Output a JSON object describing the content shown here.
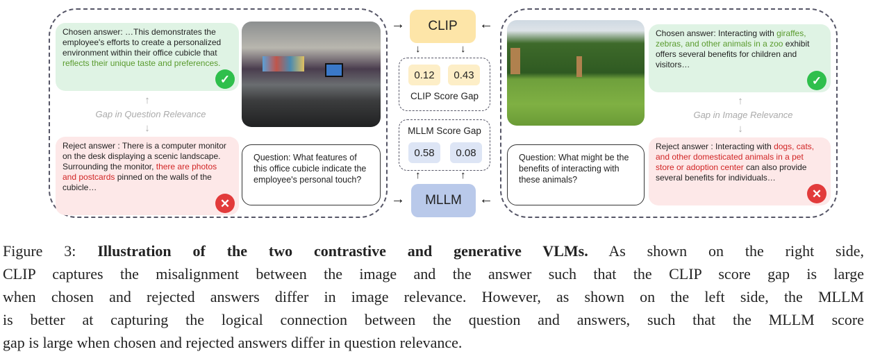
{
  "left": {
    "chosen_prefix": "Chosen answer: …This demonstrates the employee's efforts to create a personalized environment within their office cubicle that ",
    "chosen_highlight": "reflects their unique taste and preferences.",
    "gap_label": "Gap in Question Relevance",
    "reject_prefix": "Reject answer : There is a computer monitor on the desk displaying a scenic landscape. Surrounding the monitor, ",
    "reject_highlight": "there are photos and postcards",
    "reject_suffix": " pinned on the walls of the cubicle…",
    "question": "Question: What features of this office cubicle indicate the employee's personal touch?"
  },
  "center": {
    "clip_label": "CLIP",
    "clip_scores": [
      "0.12",
      "0.43"
    ],
    "clip_gap_label": "CLIP Score Gap",
    "mllm_gap_label": "MLLM Score Gap",
    "mllm_scores": [
      "0.58",
      "0.08"
    ],
    "mllm_label": "MLLM"
  },
  "right": {
    "chosen_prefix": "Chosen answer: Interacting with ",
    "chosen_highlight": "giraffes, zebras, and other animals in a zoo",
    "chosen_suffix": " exhibit offers several benefits for children and visitors…",
    "gap_label": "Gap in Image Relevance",
    "reject_prefix": "Reject answer : Interacting with ",
    "reject_highlight": "dogs, cats, and other domesticated animals in a pet store or adoption center",
    "reject_suffix": " can also provide several benefits for individuals…",
    "question": "Question: What might be the benefits of interacting with these animals?"
  },
  "caption": {
    "label": "Figure 3: ",
    "title": "Illustration of the two contrastive and generative VLMs.",
    "line1_rest": " As shown on the right side,",
    "lines": [
      "CLIP captures the misalignment between the image and the answer such that the CLIP score gap is large",
      "when chosen and rejected answers differ in image relevance. However, as shown on the left side, the MLLM",
      "is better at capturing the logical connection between the question and answers, such that the MLLM score"
    ],
    "last_line": "gap is large when chosen and rejected answers differ in question relevance."
  },
  "colors": {
    "clip": "#fde5a8",
    "mllm": "#b9c9ea",
    "chosen": "#dff3e4",
    "reject": "#fde8e8"
  }
}
